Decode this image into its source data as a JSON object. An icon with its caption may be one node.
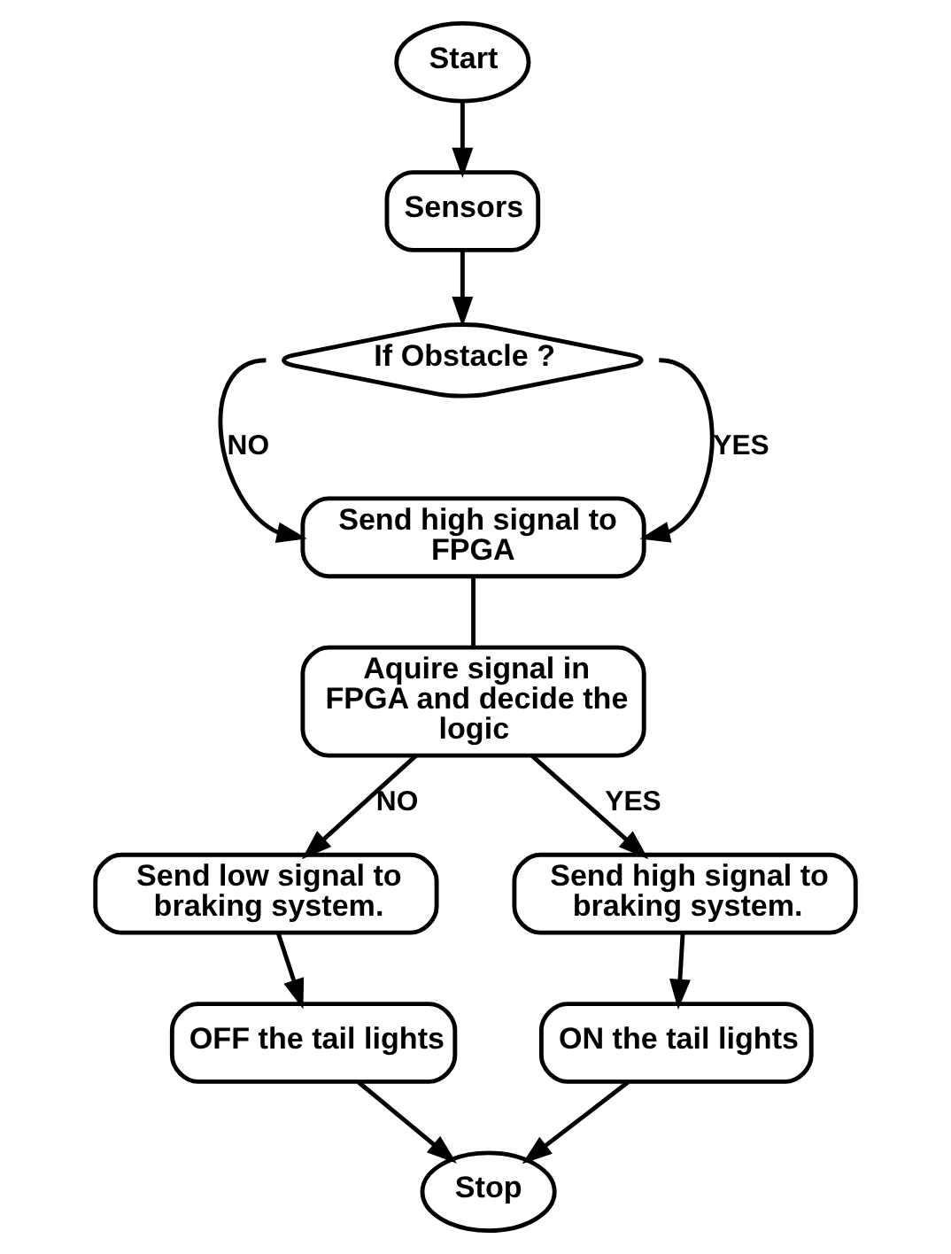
{
  "diagram": {
    "nodes": [
      {
        "text": [
          "Start"
        ]
      },
      {
        "text": [
          "Sensors"
        ]
      },
      {
        "text": [
          "If Obstacle ?"
        ]
      },
      {
        "text": [
          "Send high signal to FPGA"
        ]
      },
      {
        "text": [
          "Aquire signal in FPGA and decide the logic"
        ]
      },
      {
        "text": [
          "Send low signal to braking system."
        ]
      },
      {
        "text": [
          "Send high signal to braking system."
        ]
      },
      {
        "text": [
          "OFF the tail lights"
        ]
      },
      {
        "text": [
          "ON the tail lights"
        ]
      },
      {
        "text": [
          "Stop"
        ]
      }
    ],
    "edges": [
      {
        "from": 0,
        "to": 1,
        "arrow": "to"
      },
      {
        "from": 1,
        "to": 2,
        "arrow": "to"
      },
      {
        "from": 2,
        "to": 3,
        "arrow": "to",
        "label": "NO"
      },
      {
        "from": 2,
        "to": 3,
        "arrow": "to",
        "label": "YES"
      },
      {
        "from": 3,
        "to": 4,
        "arrow": "none"
      },
      {
        "from": 4,
        "to": 5,
        "arrow": "to",
        "label": "NO"
      },
      {
        "from": 4,
        "to": 6,
        "arrow": "to",
        "label": "YES"
      },
      {
        "from": 5,
        "to": 7,
        "arrow": "to"
      },
      {
        "from": 6,
        "to": 8,
        "arrow": "to"
      },
      {
        "from": 7,
        "to": 9,
        "arrow": "to"
      },
      {
        "from": 8,
        "to": 9,
        "arrow": "to"
      }
    ]
  }
}
